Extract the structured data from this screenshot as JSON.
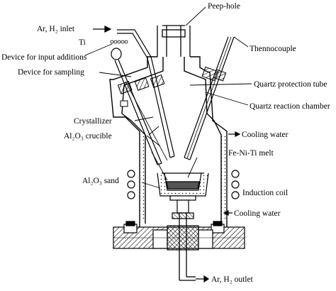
{
  "labels": {
    "peep_hole": "Peep-hole",
    "gas_inlet": "Ar, H₂ inlet",
    "ti": "Ti",
    "input_device": "Device for input additions",
    "sampling_device": "Device for sampling",
    "thermocouple": "Thennocouple",
    "quartz_tube": "Quartz protection tube",
    "quartz_chamber": "Quartz reaction chamber",
    "cooling_water_top": "Cooling water",
    "crystallizer": "Crystallizer",
    "crucible": "Al₂O₃ crucible",
    "melt": "Fe-Ni-Ti melt",
    "sand": "Al₂O₃ sand",
    "induction_coil": "Induction coil",
    "cooling_water_bottom": "Cooling water",
    "gas_outlet": "Ar, H₂ outlet"
  },
  "colors": {
    "ink": "#000000",
    "background": "#ffffff",
    "hatch": "#000000",
    "melt_fill": "#555555"
  }
}
